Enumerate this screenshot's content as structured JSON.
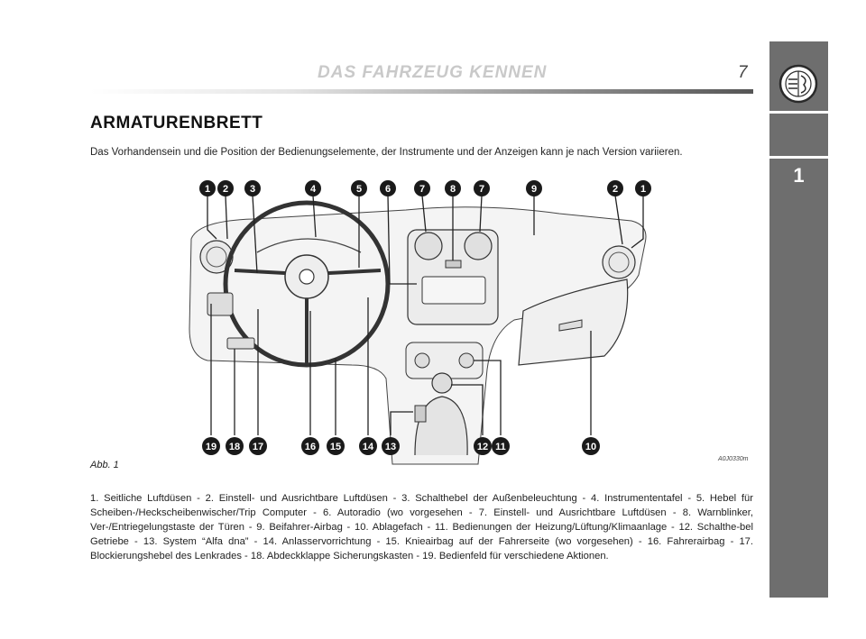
{
  "header": {
    "title": "DAS FAHRZEUG KENNEN",
    "page_number": "7"
  },
  "side_tab": {
    "chapter": "1",
    "logo": "alfa-romeo-badge-icon"
  },
  "section": {
    "title": "ARMATURENBRETT",
    "intro": "Das Vorhandensein und die Position der Bedienungselemente, der Instrumente und der Anzeigen kann je nach Version variieren."
  },
  "figure": {
    "caption": "Abb. 1",
    "code": "A0J0330m",
    "top_callouts": [
      "1",
      "2",
      "3",
      "4",
      "5",
      "6",
      "7",
      "8",
      "7",
      "9",
      "2",
      "1"
    ],
    "bottom_callouts": [
      "19",
      "18",
      "17",
      "16",
      "15",
      "14",
      "13",
      "12",
      "11",
      "10"
    ]
  },
  "legend": "1. Seitliche Luftdüsen - 2. Einstell- und Ausrichtbare Luftdüsen - 3. Schalthebel der Außenbeleuchtung - 4. Instrumententafel - 5. Hebel für Scheiben-/Heckscheibenwischer/Trip Computer - 6. Autoradio (wo vorgesehen - 7. Einstell- und Ausrichtbare Luftdüsen - 8. Warnblinker, Ver-/Entriegelungstaste der Türen - 9. Beifahrer-Airbag - 10. Ablagefach - 11. Bedienungen der Heizung/Lüftung/Klimaanlage - 12. Schalthe-bel Getriebe - 13. System “Alfa dna” - 14. Anlasservorrichtung - 15. Knieairbag auf der Fahrerseite (wo vorgesehen) - 16. Fahrerairbag - 17. Blockierungshebel des Lenkrades - 18. Abdeckklappe Sicherungskasten - 19. Bedienfeld für verschiedene Aktionen.",
  "colors": {
    "side_tab": "#6e6e6e",
    "badge": "#1a1a1a",
    "header_title": "#c9c9c9"
  }
}
